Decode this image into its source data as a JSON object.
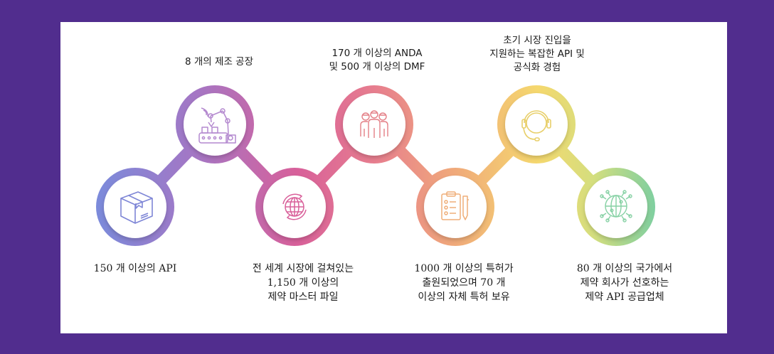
{
  "colors": {
    "background": "#512D8E",
    "panel": "#FFFFFF",
    "gradient": [
      "#7B8BDB",
      "#A576C4",
      "#D8609A",
      "#E77E8E",
      "#F0A97A",
      "#F5D86E",
      "#D4DE7E",
      "#7FCFA0"
    ]
  },
  "steps": [
    {
      "id": 1,
      "icon": "box-package-icon",
      "color": "#7E86D6",
      "position": "bottom",
      "lines": [
        "150 개 이상의 API"
      ]
    },
    {
      "id": 2,
      "icon": "robotic-arm-factory-icon",
      "color": "#B489CF",
      "position": "top",
      "lines": [
        "8 개의 제조 공장"
      ]
    },
    {
      "id": 3,
      "icon": "globe-rotate-icon",
      "color": "#D9609A",
      "position": "bottom",
      "lines": [
        "전 세계 시장에 걸쳐있는",
        "1,150 개 이상의",
        "제약 마스터 파일"
      ]
    },
    {
      "id": 4,
      "icon": "team-people-icon",
      "color": "#E47F86",
      "position": "top",
      "lines": [
        "170 개 이상의 ANDA",
        "및 500 개 이상의 DMF"
      ]
    },
    {
      "id": 5,
      "icon": "clipboard-checklist-icon",
      "color": "#EFAE78",
      "position": "bottom",
      "lines": [
        "1000 개 이상의 특허가",
        "출원되었으며 70 개",
        "이상의 자체 특허 보유"
      ]
    },
    {
      "id": 6,
      "icon": "headset-support-icon",
      "color": "#E8CF6A",
      "position": "top",
      "lines": [
        "초기 시장 진입을",
        "지원하는 복잡한 API 및",
        "공식화 경험"
      ]
    },
    {
      "id": 7,
      "icon": "global-network-icon",
      "color": "#86D1A4",
      "position": "bottom",
      "lines": [
        "80 개 이상의 국가에서",
        "제약 회사가 선호하는",
        "제약 API 공급업체"
      ]
    }
  ]
}
